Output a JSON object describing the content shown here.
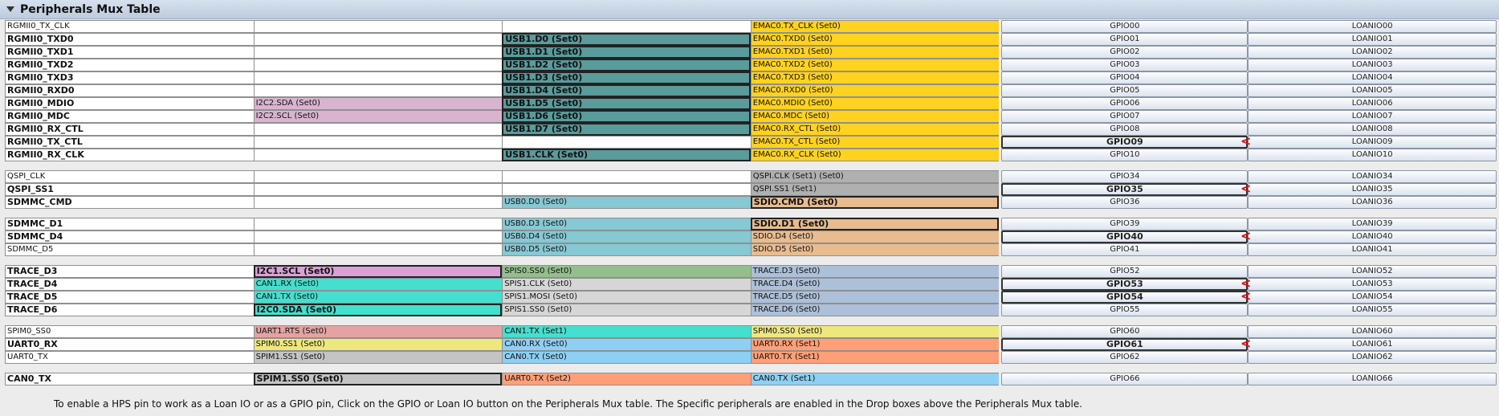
{
  "header": {
    "title": "Peripherals Mux Table"
  },
  "colors": {
    "usb_dark": "#5a9b9c",
    "usb_light": "#86c8d3",
    "emac": "#ffd21f",
    "qspi": "#b0b0b0",
    "sdio": "#e8bc8f",
    "i2c": "#d9b4cf",
    "i2c_bright": "#dba0d8",
    "can_teal": "#44dfcf",
    "spis_green": "#94bf8d",
    "spis_gray": "#d6d6d6",
    "trace": "#adc0d9",
    "uart_red": "#e4a2a2",
    "spim_yellow": "#eee77e",
    "spim_gray": "#c4c4c4",
    "can_blue": "#8dd0f4",
    "uart_orange": "#ff9f77",
    "mark": "#e01010"
  },
  "rows": [
    {
      "pin": "RGMII0_TX_CLK",
      "pin_bold": false,
      "c1": "",
      "c1_color": "",
      "c1_bold": false,
      "c2": "",
      "c2_color": "",
      "c2_bold": false,
      "c3": "EMAC0.TX_CLK (Set0)",
      "c3_color": "#ffd21f",
      "c3_bold": false,
      "gpio": "GPIO00",
      "gpio_bold": false,
      "marked": false,
      "loan": "LOANIO00"
    },
    {
      "pin": "RGMII0_TXD0",
      "pin_bold": true,
      "c1": "",
      "c1_color": "",
      "c1_bold": false,
      "c2": "USB1.D0 (Set0)",
      "c2_color": "#5a9b9c",
      "c2_bold": true,
      "c3": "EMAC0.TXD0 (Set0)",
      "c3_color": "#ffd21f",
      "c3_bold": false,
      "gpio": "GPIO01",
      "gpio_bold": false,
      "marked": false,
      "loan": "LOANIO01"
    },
    {
      "pin": "RGMII0_TXD1",
      "pin_bold": true,
      "c1": "",
      "c1_color": "",
      "c1_bold": false,
      "c2": "USB1.D1 (Set0)",
      "c2_color": "#5a9b9c",
      "c2_bold": true,
      "c3": "EMAC0.TXD1 (Set0)",
      "c3_color": "#ffd21f",
      "c3_bold": false,
      "gpio": "GPIO02",
      "gpio_bold": false,
      "marked": false,
      "loan": "LOANIO02"
    },
    {
      "pin": "RGMII0_TXD2",
      "pin_bold": true,
      "c1": "",
      "c1_color": "",
      "c1_bold": false,
      "c2": "USB1.D2 (Set0)",
      "c2_color": "#5a9b9c",
      "c2_bold": true,
      "c3": "EMAC0.TXD2 (Set0)",
      "c3_color": "#ffd21f",
      "c3_bold": false,
      "gpio": "GPIO03",
      "gpio_bold": false,
      "marked": false,
      "loan": "LOANIO03"
    },
    {
      "pin": "RGMII0_TXD3",
      "pin_bold": true,
      "c1": "",
      "c1_color": "",
      "c1_bold": false,
      "c2": "USB1.D3 (Set0)",
      "c2_color": "#5a9b9c",
      "c2_bold": true,
      "c3": "EMAC0.TXD3 (Set0)",
      "c3_color": "#ffd21f",
      "c3_bold": false,
      "gpio": "GPIO04",
      "gpio_bold": false,
      "marked": false,
      "loan": "LOANIO04"
    },
    {
      "pin": "RGMII0_RXD0",
      "pin_bold": true,
      "c1": "",
      "c1_color": "",
      "c1_bold": false,
      "c2": "USB1.D4 (Set0)",
      "c2_color": "#5a9b9c",
      "c2_bold": true,
      "c3": "EMAC0.RXD0 (Set0)",
      "c3_color": "#ffd21f",
      "c3_bold": false,
      "gpio": "GPIO05",
      "gpio_bold": false,
      "marked": false,
      "loan": "LOANIO05"
    },
    {
      "pin": "RGMII0_MDIO",
      "pin_bold": true,
      "c1": "I2C2.SDA (Set0)",
      "c1_color": "#d9b4cf",
      "c1_bold": false,
      "c2": "USB1.D5 (Set0)",
      "c2_color": "#5a9b9c",
      "c2_bold": true,
      "c3": "EMAC0.MDIO (Set0)",
      "c3_color": "#ffd21f",
      "c3_bold": false,
      "gpio": "GPIO06",
      "gpio_bold": false,
      "marked": false,
      "loan": "LOANIO06"
    },
    {
      "pin": "RGMII0_MDC",
      "pin_bold": true,
      "c1": "I2C2.SCL (Set0)",
      "c1_color": "#d9b4cf",
      "c1_bold": false,
      "c2": "USB1.D6 (Set0)",
      "c2_color": "#5a9b9c",
      "c2_bold": true,
      "c3": "EMAC0.MDC (Set0)",
      "c3_color": "#ffd21f",
      "c3_bold": false,
      "gpio": "GPIO07",
      "gpio_bold": false,
      "marked": false,
      "loan": "LOANIO07"
    },
    {
      "pin": "RGMII0_RX_CTL",
      "pin_bold": true,
      "c1": "",
      "c1_color": "",
      "c1_bold": false,
      "c2": "USB1.D7 (Set0)",
      "c2_color": "#5a9b9c",
      "c2_bold": true,
      "c3": "EMAC0.RX_CTL (Set0)",
      "c3_color": "#ffd21f",
      "c3_bold": false,
      "gpio": "GPIO08",
      "gpio_bold": false,
      "marked": false,
      "loan": "LOANIO08"
    },
    {
      "pin": "RGMII0_TX_CTL",
      "pin_bold": true,
      "c1": "",
      "c1_color": "",
      "c1_bold": false,
      "c2": "",
      "c2_color": "",
      "c2_bold": false,
      "c3": "EMAC0.TX_CTL (Set0)",
      "c3_color": "#ffd21f",
      "c3_bold": false,
      "gpio": "GPIO09",
      "gpio_bold": true,
      "marked": true,
      "loan": "LOANIO09"
    },
    {
      "pin": "RGMII0_RX_CLK",
      "pin_bold": true,
      "c1": "",
      "c1_color": "",
      "c1_bold": false,
      "c2": "USB1.CLK (Set0)",
      "c2_color": "#5a9b9c",
      "c2_bold": true,
      "c3": "EMAC0.RX_CLK (Set0)",
      "c3_color": "#ffd21f",
      "c3_bold": false,
      "gpio": "GPIO10",
      "gpio_bold": false,
      "marked": false,
      "loan": "LOANIO10"
    },
    {
      "gap": true
    },
    {
      "pin": "QSPI_CLK",
      "pin_bold": false,
      "c1": "",
      "c1_color": "",
      "c1_bold": false,
      "c2": "",
      "c2_color": "",
      "c2_bold": false,
      "c3": "QSPI.CLK (Set1) (Set0)",
      "c3_color": "#b0b0b0",
      "c3_bold": false,
      "gpio": "GPIO34",
      "gpio_bold": false,
      "marked": false,
      "loan": "LOANIO34"
    },
    {
      "pin": "QSPI_SS1",
      "pin_bold": true,
      "c1": "",
      "c1_color": "",
      "c1_bold": false,
      "c2": "",
      "c2_color": "",
      "c2_bold": false,
      "c3": "QSPI.SS1 (Set1)",
      "c3_color": "#b0b0b0",
      "c3_bold": false,
      "gpio": "GPIO35",
      "gpio_bold": true,
      "marked": true,
      "loan": "LOANIO35"
    },
    {
      "pin": "SDMMC_CMD",
      "pin_bold": true,
      "c1": "",
      "c1_color": "",
      "c1_bold": false,
      "c2": "USB0.D0 (Set0)",
      "c2_color": "#86c8d3",
      "c2_bold": false,
      "c3": "SDIO.CMD (Set0)",
      "c3_color": "#e8bc8f",
      "c3_bold": true,
      "gpio": "GPIO36",
      "gpio_bold": false,
      "marked": false,
      "loan": "LOANIO36"
    },
    {
      "gap": true
    },
    {
      "pin": "SDMMC_D1",
      "pin_bold": true,
      "c1": "",
      "c1_color": "",
      "c1_bold": false,
      "c2": "USB0.D3 (Set0)",
      "c2_color": "#86c8d3",
      "c2_bold": false,
      "c3": "SDIO.D1 (Set0)",
      "c3_color": "#e8bc8f",
      "c3_bold": true,
      "gpio": "GPIO39",
      "gpio_bold": false,
      "marked": false,
      "loan": "LOANIO39"
    },
    {
      "pin": "SDMMC_D4",
      "pin_bold": true,
      "c1": "",
      "c1_color": "",
      "c1_bold": false,
      "c2": "USB0.D4 (Set0)",
      "c2_color": "#86c8d3",
      "c2_bold": false,
      "c3": "SDIO.D4 (Set0)",
      "c3_color": "#e8bc8f",
      "c3_bold": false,
      "gpio": "GPIO40",
      "gpio_bold": true,
      "marked": true,
      "loan": "LOANIO40"
    },
    {
      "pin": "SDMMC_D5",
      "pin_bold": false,
      "c1": "",
      "c1_color": "",
      "c1_bold": false,
      "c2": "USB0.D5 (Set0)",
      "c2_color": "#86c8d3",
      "c2_bold": false,
      "c3": "SDIO.D5 (Set0)",
      "c3_color": "#e8bc8f",
      "c3_bold": false,
      "gpio": "GPIO41",
      "gpio_bold": false,
      "marked": false,
      "loan": "LOANIO41"
    },
    {
      "gap": true
    },
    {
      "pin": "TRACE_D3",
      "pin_bold": true,
      "c1": "I2C1.SCL (Set0)",
      "c1_color": "#dba0d8",
      "c1_bold": true,
      "c2": "SPIS0.SS0 (Set0)",
      "c2_color": "#94bf8d",
      "c2_bold": false,
      "c3": "TRACE.D3 (Set0)",
      "c3_color": "#adc0d9",
      "c3_bold": false,
      "gpio": "GPIO52",
      "gpio_bold": false,
      "marked": false,
      "loan": "LOANIO52"
    },
    {
      "pin": "TRACE_D4",
      "pin_bold": true,
      "c1": "CAN1.RX (Set0)",
      "c1_color": "#44dfcf",
      "c1_bold": false,
      "c2": "SPIS1.CLK (Set0)",
      "c2_color": "#d6d6d6",
      "c2_bold": false,
      "c3": "TRACE.D4 (Set0)",
      "c3_color": "#adc0d9",
      "c3_bold": false,
      "gpio": "GPIO53",
      "gpio_bold": true,
      "marked": true,
      "loan": "LOANIO53"
    },
    {
      "pin": "TRACE_D5",
      "pin_bold": true,
      "c1": "CAN1.TX (Set0)",
      "c1_color": "#44dfcf",
      "c1_bold": false,
      "c2": "SPIS1.MOSI (Set0)",
      "c2_color": "#d6d6d6",
      "c2_bold": false,
      "c3": "TRACE.D5 (Set0)",
      "c3_color": "#adc0d9",
      "c3_bold": false,
      "gpio": "GPIO54",
      "gpio_bold": true,
      "marked": true,
      "loan": "LOANIO54"
    },
    {
      "pin": "TRACE_D6",
      "pin_bold": true,
      "c1": "I2C0.SDA (Set0)",
      "c1_color": "#44dfcf",
      "c1_bold": true,
      "c2": "SPIS1.SS0 (Set0)",
      "c2_color": "#d6d6d6",
      "c2_bold": false,
      "c3": "TRACE.D6 (Set0)",
      "c3_color": "#adc0d9",
      "c3_bold": false,
      "gpio": "GPIO55",
      "gpio_bold": false,
      "marked": false,
      "loan": "LOANIO55"
    },
    {
      "gap": true
    },
    {
      "pin": "SPIM0_SS0",
      "pin_bold": false,
      "c1": "UART1.RTS (Set0)",
      "c1_color": "#e4a2a2",
      "c1_bold": false,
      "c2": "CAN1.TX (Set1)",
      "c2_color": "#44dfcf",
      "c2_bold": false,
      "c3": "SPIM0.SS0 (Set0)",
      "c3_color": "#eee77e",
      "c3_bold": false,
      "gpio": "GPIO60",
      "gpio_bold": false,
      "marked": false,
      "loan": "LOANIO60"
    },
    {
      "pin": "UART0_RX",
      "pin_bold": true,
      "c1": "SPIM0.SS1 (Set0)",
      "c1_color": "#eee77e",
      "c1_bold": false,
      "c2": "CAN0.RX (Set0)",
      "c2_color": "#8dd0f4",
      "c2_bold": false,
      "c3": "UART0.RX (Set1)",
      "c3_color": "#ff9f77",
      "c3_bold": false,
      "gpio": "GPIO61",
      "gpio_bold": true,
      "marked": true,
      "loan": "LOANIO61"
    },
    {
      "pin": "UART0_TX",
      "pin_bold": false,
      "c1": "SPIM1.SS1 (Set0)",
      "c1_color": "#c4c4c4",
      "c1_bold": false,
      "c2": "CAN0.TX (Set0)",
      "c2_color": "#8dd0f4",
      "c2_bold": false,
      "c3": "UART0.TX (Set1)",
      "c3_color": "#ff9f77",
      "c3_bold": false,
      "gpio": "GPIO62",
      "gpio_bold": false,
      "marked": false,
      "loan": "LOANIO62"
    },
    {
      "gap": true
    },
    {
      "pin": "CAN0_TX",
      "pin_bold": true,
      "c1": "SPIM1.SS0 (Set0)",
      "c1_color": "#c4c4c4",
      "c1_bold": true,
      "c2": "UART0.TX (Set2)",
      "c2_color": "#ff9f77",
      "c2_bold": false,
      "c3": "CAN0.TX (Set1)",
      "c3_color": "#8dd0f4",
      "c3_bold": false,
      "gpio": "GPIO66",
      "gpio_bold": false,
      "marked": false,
      "loan": "LOANIO66"
    }
  ],
  "mark_glyph": "<",
  "footer": "To enable a HPS pin to work as a Loan IO or as a GPIO pin, Click on the GPIO or Loan IO button on the Peripherals Mux table. The Specific peripherals are enabled in the Drop boxes above the Peripherals Mux table."
}
